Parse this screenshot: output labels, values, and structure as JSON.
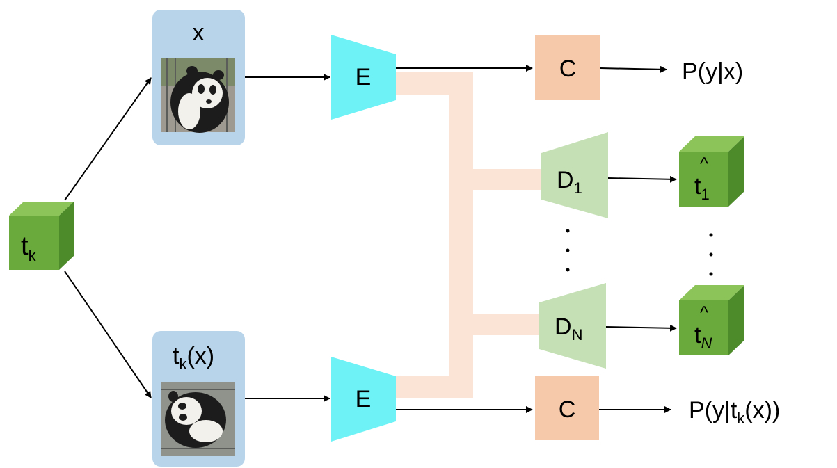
{
  "diagram": {
    "transform": {
      "base": "t",
      "sub": "k"
    },
    "input_original": {
      "label": "x",
      "image_icon": "panda-photo-icon"
    },
    "input_transformed": {
      "base": "t",
      "sub": "k",
      "suffix": "(x)",
      "image_icon": "rotated-panda-photo-icon"
    },
    "encoder_top": "E",
    "encoder_bottom": "E",
    "classifier_top": "C",
    "classifier_bottom": "C",
    "output_top": "P(y|x)",
    "output_bottom": {
      "prefix": "P(y|",
      "base": "t",
      "sub": "k",
      "suffix": "(x))"
    },
    "decoder_1": {
      "base": "D",
      "sub": "1"
    },
    "decoder_n": {
      "base": "D",
      "sub": "N"
    },
    "dots": "·\n·\n·",
    "pred_1": {
      "base": "t",
      "sub": "1",
      "hat": "^"
    },
    "pred_n": {
      "base": "t",
      "sub": "N",
      "hat": "^"
    },
    "colors": {
      "cube_front": "#6aaa3c",
      "cube_top": "#8cc45a",
      "cube_side": "#4d8a2a",
      "input_box": "#b8d4ea",
      "encoder": "#6ef2f6",
      "classifier": "#f6c9ab",
      "decoder": "#c4e0b4",
      "feature_path": "#fbe3d5"
    }
  }
}
